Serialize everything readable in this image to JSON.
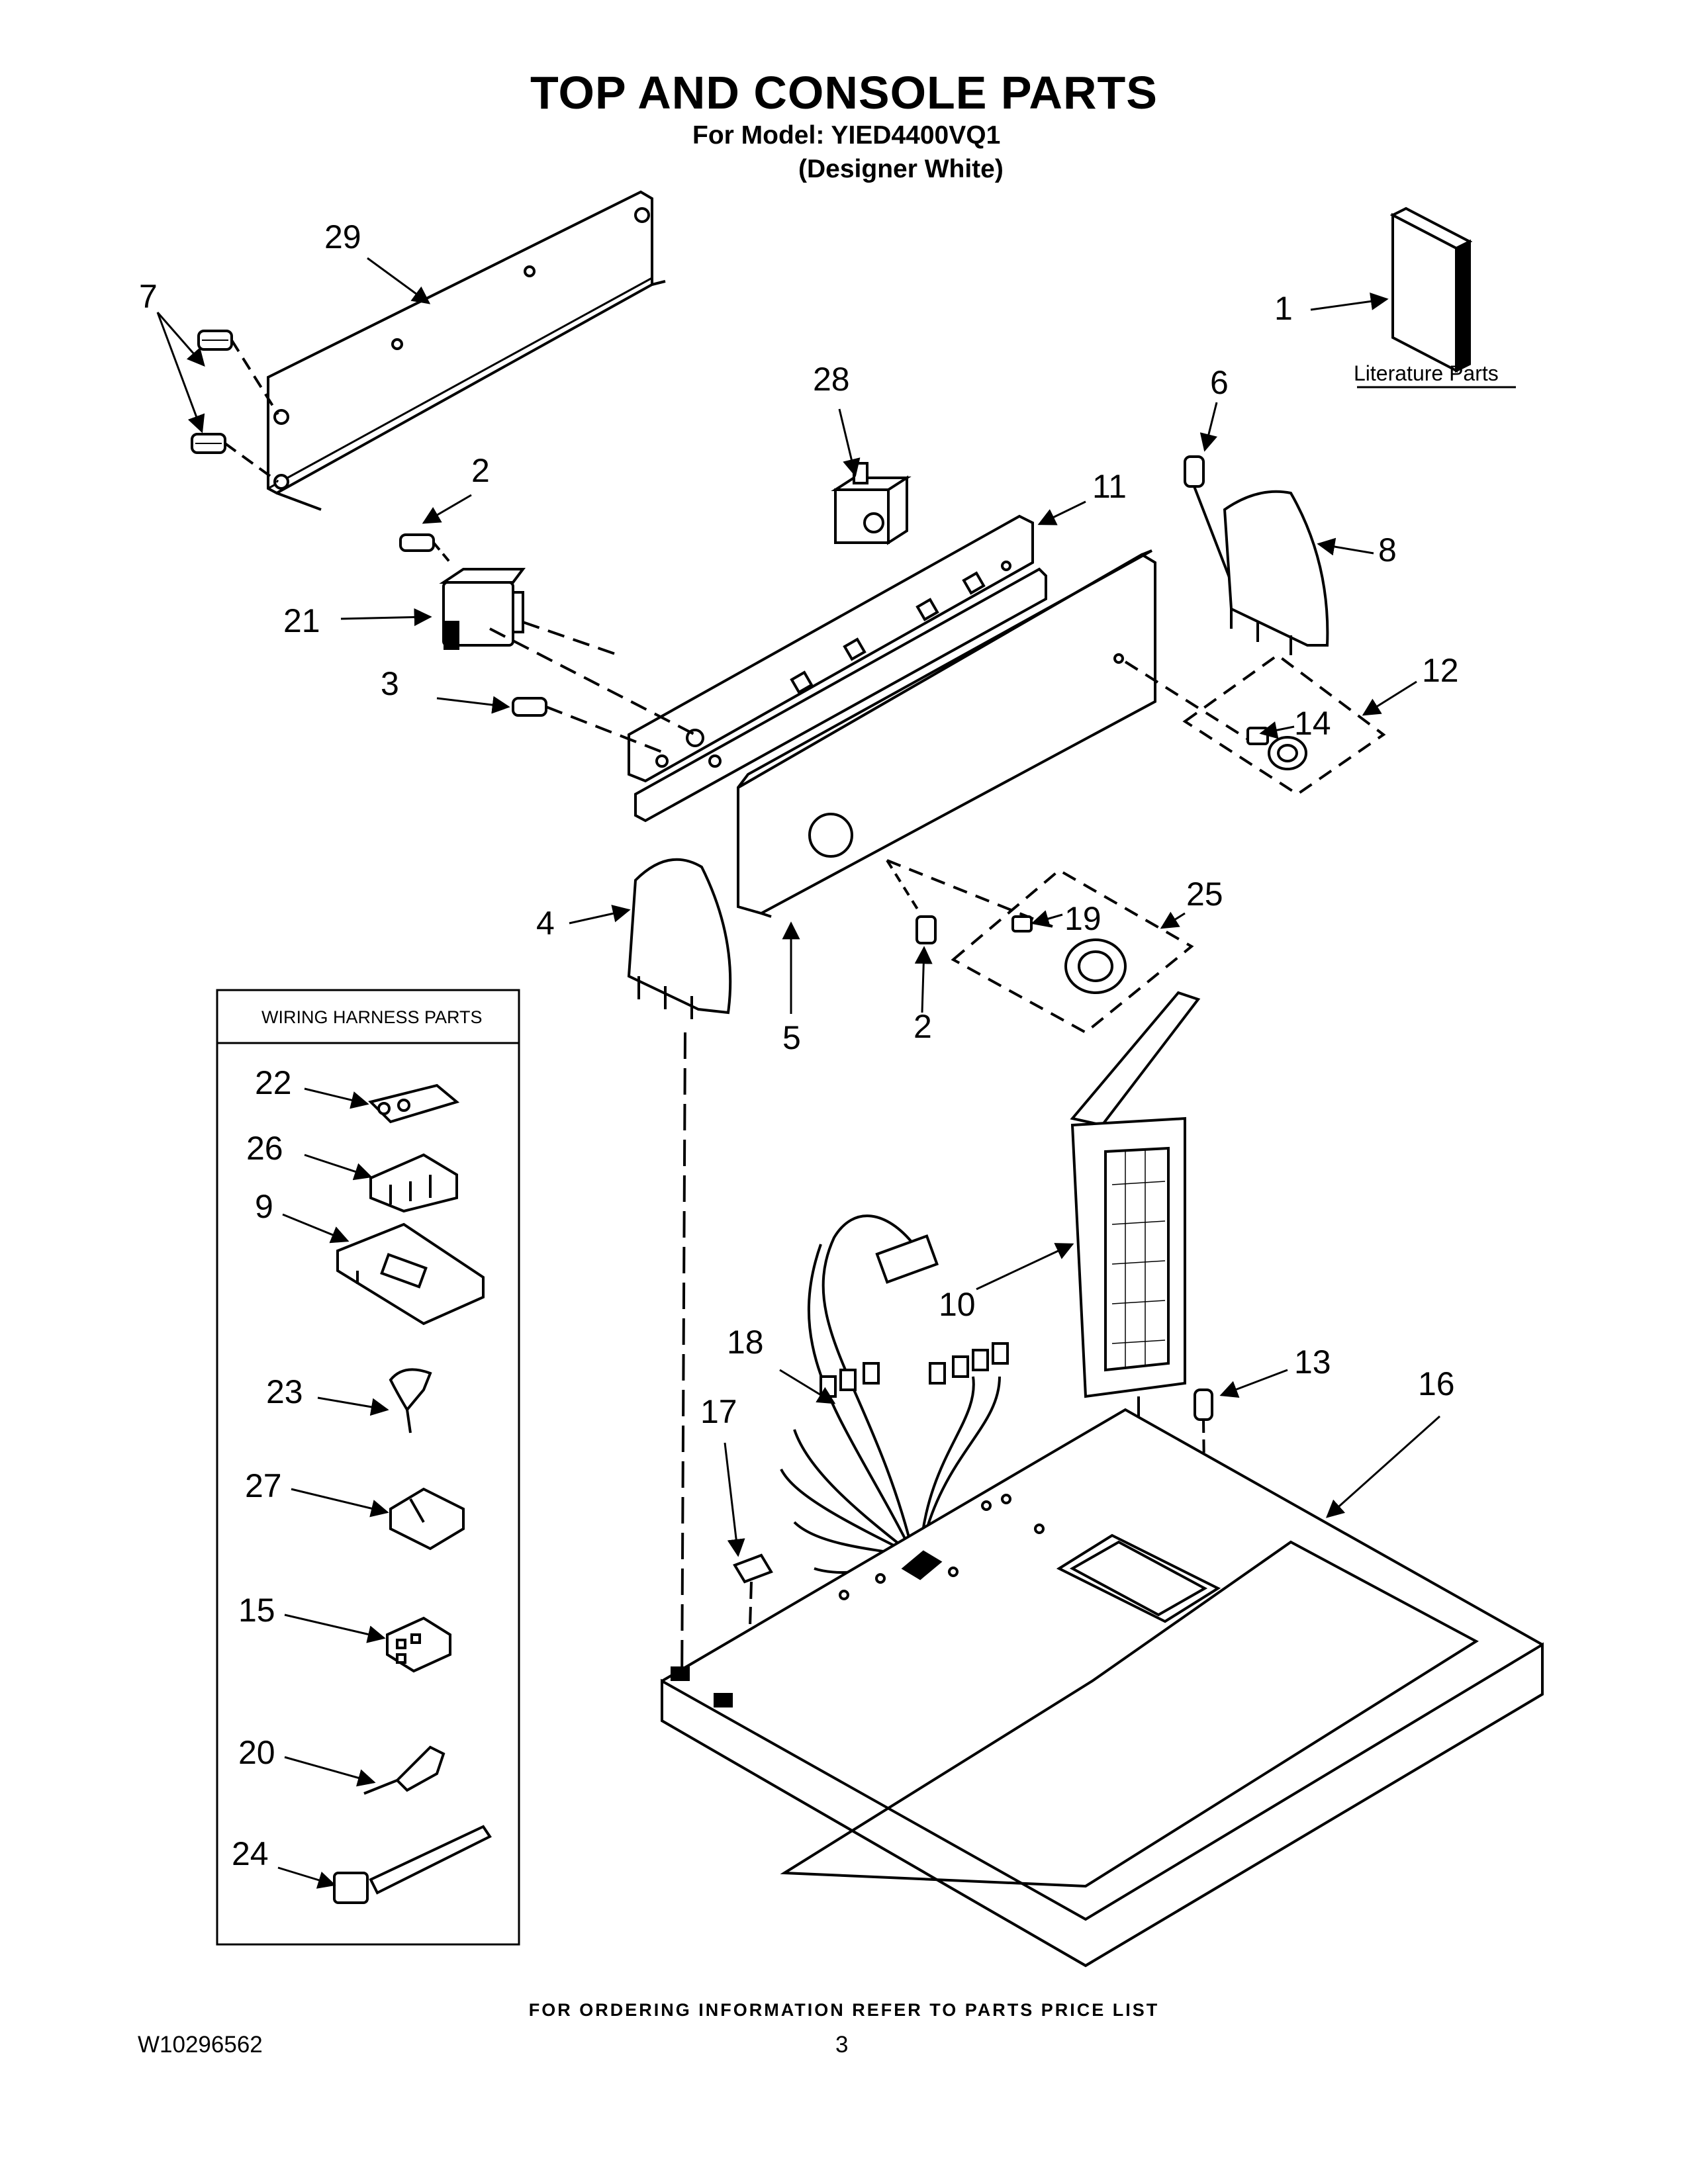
{
  "header": {
    "title": "TOP AND CONSOLE PARTS",
    "model_line": "For Model: YIED4400VQ1",
    "color_line": "(Designer White)"
  },
  "literature": {
    "label": "Literature Parts"
  },
  "wiring_box": {
    "title": "WIRING HARNESS PARTS"
  },
  "callouts": {
    "c1": "1",
    "c2a": "2",
    "c2b": "2",
    "c3": "3",
    "c4": "4",
    "c5": "5",
    "c6": "6",
    "c7": "7",
    "c8": "8",
    "c9": "9",
    "c10": "10",
    "c11": "11",
    "c12": "12",
    "c13": "13",
    "c14": "14",
    "c15": "15",
    "c16": "16",
    "c17": "17",
    "c18": "18",
    "c19": "19",
    "c20": "20",
    "c21": "21",
    "c22": "22",
    "c23": "23",
    "c24": "24",
    "c25": "25",
    "c26": "26",
    "c27": "27",
    "c28": "28",
    "c29": "29"
  },
  "footer": {
    "ordering_note": "FOR ORDERING INFORMATION REFER TO PARTS PRICE LIST",
    "doc_number": "W10296562",
    "page_number": "3"
  }
}
